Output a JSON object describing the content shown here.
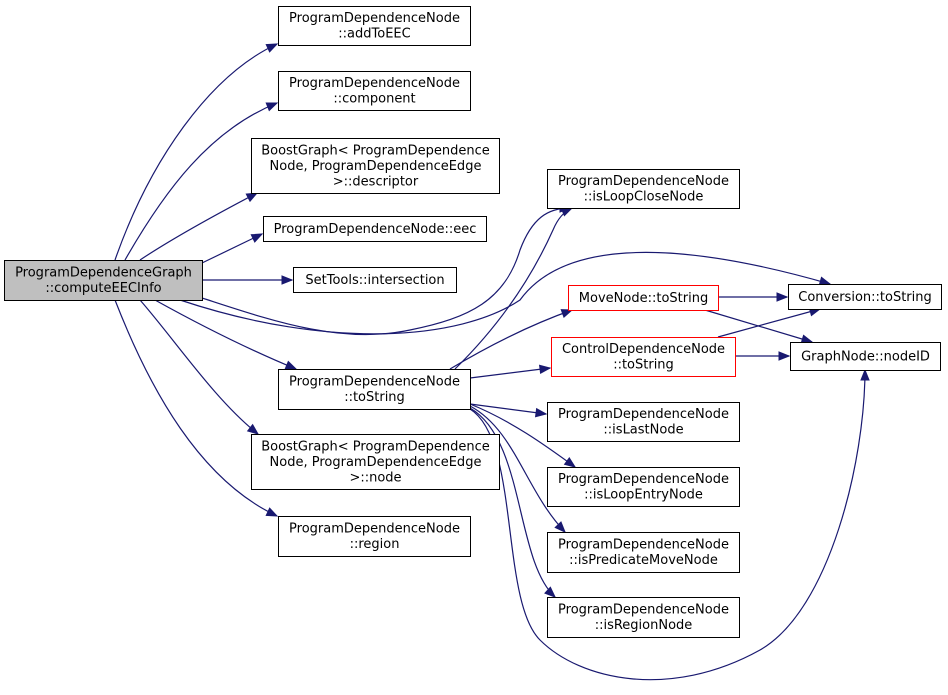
{
  "colors": {
    "edge": "#191970",
    "root_fill": "#bfbfbf",
    "border_default": "#000000",
    "border_red": "#ff0000"
  },
  "nodes": [
    {
      "id": "root",
      "lines": [
        "ProgramDependenceGraph",
        "::computeEECInfo"
      ],
      "style": "root"
    },
    {
      "id": "addToEEC",
      "lines": [
        "ProgramDependenceNode",
        "::addToEEC"
      ]
    },
    {
      "id": "component",
      "lines": [
        "ProgramDependenceNode",
        "::component"
      ]
    },
    {
      "id": "descriptor",
      "lines": [
        "BoostGraph< ProgramDependence",
        "Node, ProgramDependenceEdge",
        ">::descriptor"
      ]
    },
    {
      "id": "eec",
      "lines": [
        "ProgramDependenceNode::eec"
      ]
    },
    {
      "id": "intersection",
      "lines": [
        "SetTools::intersection"
      ]
    },
    {
      "id": "pdnToString",
      "lines": [
        "ProgramDependenceNode",
        "::toString"
      ]
    },
    {
      "id": "bgNode",
      "lines": [
        "BoostGraph< ProgramDependence",
        "Node, ProgramDependenceEdge",
        ">::node"
      ]
    },
    {
      "id": "region",
      "lines": [
        "ProgramDependenceNode",
        "::region"
      ]
    },
    {
      "id": "isLoopCloseNode",
      "lines": [
        "ProgramDependenceNode",
        "::isLoopCloseNode"
      ]
    },
    {
      "id": "moveNodeToString",
      "lines": [
        "MoveNode::toString"
      ],
      "style": "red"
    },
    {
      "id": "cdnToString",
      "lines": [
        "ControlDependenceNode",
        "::toString"
      ],
      "style": "red"
    },
    {
      "id": "isLastNode",
      "lines": [
        "ProgramDependenceNode",
        "::isLastNode"
      ]
    },
    {
      "id": "isLoopEntryNode",
      "lines": [
        "ProgramDependenceNode",
        "::isLoopEntryNode"
      ]
    },
    {
      "id": "isPredicateMoveNode",
      "lines": [
        "ProgramDependenceNode",
        "::isPredicateMoveNode"
      ]
    },
    {
      "id": "isRegionNode",
      "lines": [
        "ProgramDependenceNode",
        "::isRegionNode"
      ]
    },
    {
      "id": "conversionToString",
      "lines": [
        "Conversion::toString"
      ]
    },
    {
      "id": "nodeID",
      "lines": [
        "GraphNode::nodeID"
      ]
    }
  ],
  "edges": [
    {
      "from": "root",
      "to": "addToEEC"
    },
    {
      "from": "root",
      "to": "component"
    },
    {
      "from": "root",
      "to": "descriptor"
    },
    {
      "from": "root",
      "to": "eec"
    },
    {
      "from": "root",
      "to": "intersection"
    },
    {
      "from": "root",
      "to": "pdnToString"
    },
    {
      "from": "root",
      "to": "bgNode"
    },
    {
      "from": "root",
      "to": "region"
    },
    {
      "from": "root",
      "to": "isLoopCloseNode"
    },
    {
      "from": "root",
      "to": "conversionToString"
    },
    {
      "from": "pdnToString",
      "to": "isLoopCloseNode"
    },
    {
      "from": "pdnToString",
      "to": "moveNodeToString"
    },
    {
      "from": "pdnToString",
      "to": "cdnToString"
    },
    {
      "from": "pdnToString",
      "to": "isLastNode"
    },
    {
      "from": "pdnToString",
      "to": "isLoopEntryNode"
    },
    {
      "from": "pdnToString",
      "to": "isPredicateMoveNode"
    },
    {
      "from": "pdnToString",
      "to": "isRegionNode"
    },
    {
      "from": "pdnToString",
      "to": "nodeID"
    },
    {
      "from": "moveNodeToString",
      "to": "conversionToString"
    },
    {
      "from": "moveNodeToString",
      "to": "nodeID"
    },
    {
      "from": "cdnToString",
      "to": "conversionToString"
    },
    {
      "from": "cdnToString",
      "to": "nodeID"
    }
  ]
}
